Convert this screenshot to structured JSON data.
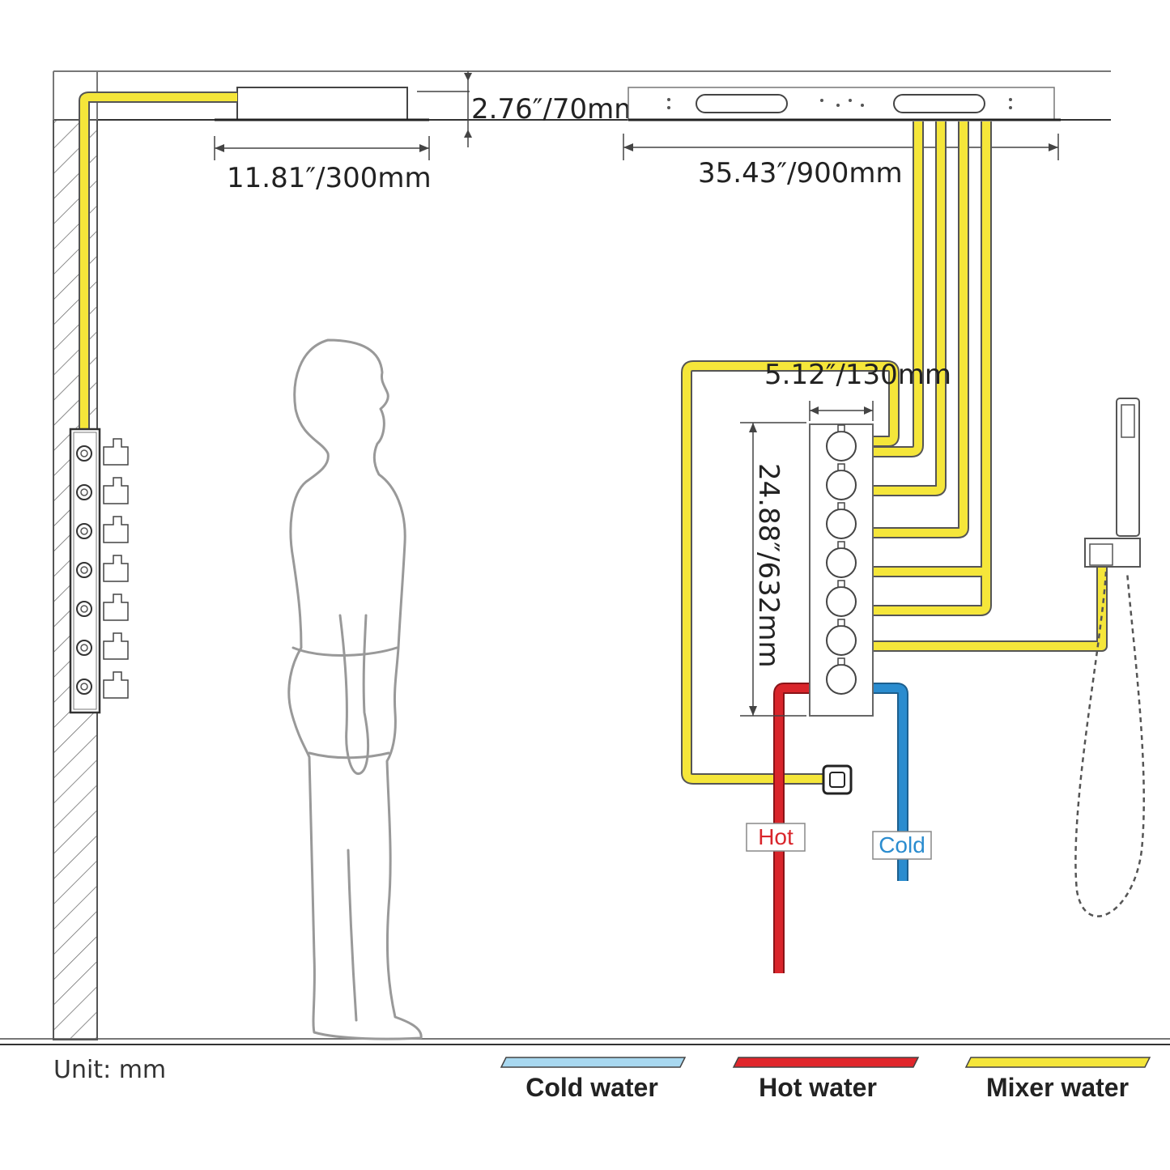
{
  "dimensions": {
    "rain_panel_height": "2.76″/70mm",
    "rain_panel_width": "11.81″/300mm",
    "ceiling_panel_width": "35.43″/900mm",
    "valve_width": "5.12″/130mm",
    "valve_height": "24.88″/632mm"
  },
  "supply_tags": {
    "hot": "Hot",
    "cold": "Cold"
  },
  "unit_note": "Unit: mm",
  "legend": [
    {
      "label": "Cold water",
      "color": "#a8d8f0"
    },
    {
      "label": "Hot water",
      "color": "#e0262b"
    },
    {
      "label": "Mixer water",
      "color": "#f5e63a"
    }
  ],
  "colors": {
    "mixer_pipe": "#f5e63a",
    "hot_pipe": "#d9252b",
    "cold_pipe": "#2a8ccf",
    "outline": "#555555"
  }
}
